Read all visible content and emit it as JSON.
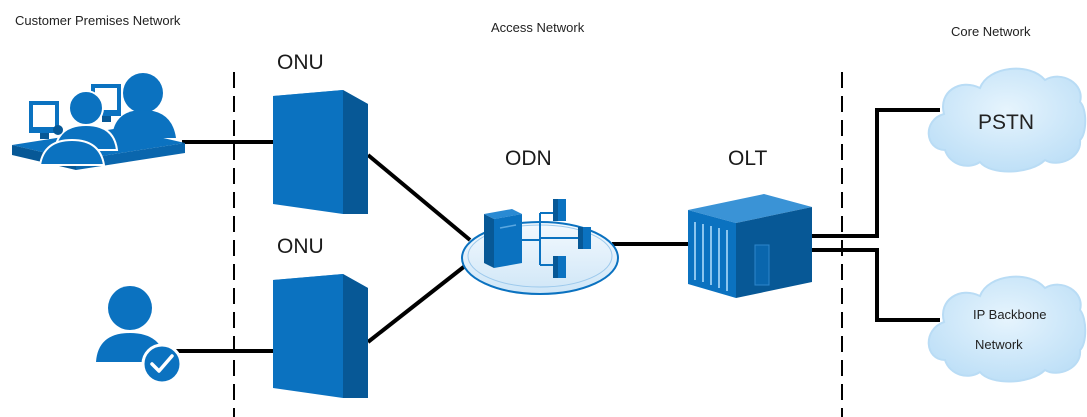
{
  "zones": {
    "customer": "Customer Premises Network",
    "access": "Access Network",
    "core": "Core Network"
  },
  "devices": {
    "onu_top": "ONU",
    "onu_bottom": "ONU",
    "odn": "ODN",
    "olt": "OLT"
  },
  "clouds": {
    "pstn": "PSTN",
    "ip_line1": "IP Backbone",
    "ip_line2": "Network"
  },
  "colors": {
    "device_blue": "#0b72c0",
    "device_dark": "#075896",
    "cloud_fill": "#cfe9fb",
    "line": "#000000"
  }
}
